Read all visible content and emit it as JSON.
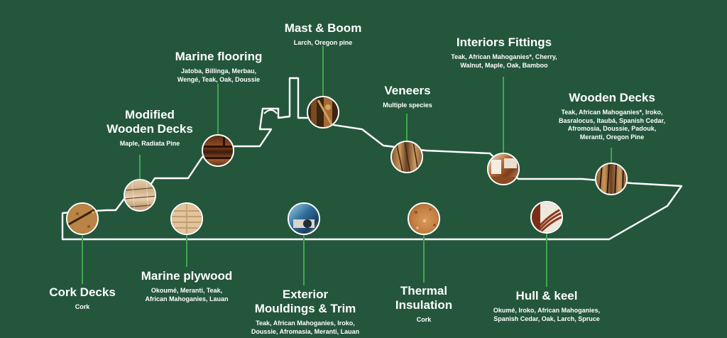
{
  "colors": {
    "background": "#24563c",
    "outline": "#ffffff",
    "connector": "#3fa84e",
    "text": "#ffffff"
  },
  "callouts": [
    {
      "id": "mast-boom",
      "title": [
        "Mast & Boom"
      ],
      "species": [
        "Larch, Oregon pine"
      ],
      "swatch": "wood-mast-icon"
    },
    {
      "id": "marine-flooring",
      "title": [
        "Marine flooring"
      ],
      "species": [
        "Jatoba, Billinga, Merbau,",
        "Wengé, Teak, Oak, Doussie"
      ],
      "swatch": "wood-flooring-icon"
    },
    {
      "id": "modified-wooden-decks",
      "title": [
        "Modified",
        "Wooden Decks"
      ],
      "species": [
        "Maple, Radiata Pine"
      ],
      "swatch": "wood-modified-deck-icon"
    },
    {
      "id": "veneers",
      "title": [
        "Veneers"
      ],
      "species": [
        "Multiple species"
      ],
      "swatch": "wood-veneer-icon"
    },
    {
      "id": "interiors-fittings",
      "title": [
        "Interiors Fittings"
      ],
      "species": [
        "Teak, African Mahoganies*, Cherry,",
        "Walnut, Maple, Oak, Bamboo"
      ],
      "swatch": "wood-interior-icon"
    },
    {
      "id": "wooden-decks",
      "title": [
        "Wooden Decks"
      ],
      "species": [
        "Teak, African Mahoganies*, Iroko,",
        "Basralocus, Itaubá, Spanish Cedar,",
        "Afromosia, Doussie, Padouk,",
        "Meranti, Oregon Pine"
      ],
      "swatch": "wood-deck-icon"
    },
    {
      "id": "cork-decks",
      "title": [
        "Cork Decks"
      ],
      "species": [
        "Cork"
      ],
      "swatch": "cork-deck-icon"
    },
    {
      "id": "marine-plywood",
      "title": [
        "Marine plywood"
      ],
      "species": [
        "Okoumé, Meranti, Teak,",
        "African Mahoganies, Lauan"
      ],
      "swatch": "plywood-icon"
    },
    {
      "id": "exterior-mouldings",
      "title": [
        "Exterior",
        "Mouldings & Trim"
      ],
      "species": [
        "Teak, African Mahoganies, Iroko,",
        "Doussie, Afromasia, Meranti,  Lauan"
      ],
      "swatch": "wood-trim-icon"
    },
    {
      "id": "thermal-insulation",
      "title": [
        "Thermal",
        "Insulation"
      ],
      "species": [
        "Cork"
      ],
      "swatch": "cork-insulation-icon"
    },
    {
      "id": "hull-keel",
      "title": [
        "Hull & keel"
      ],
      "species": [
        "Okumé, Iroko, African Mahoganies,",
        "Spanish Cedar, Oak, Larch, Spruce"
      ],
      "swatch": "hull-keel-icon"
    }
  ]
}
